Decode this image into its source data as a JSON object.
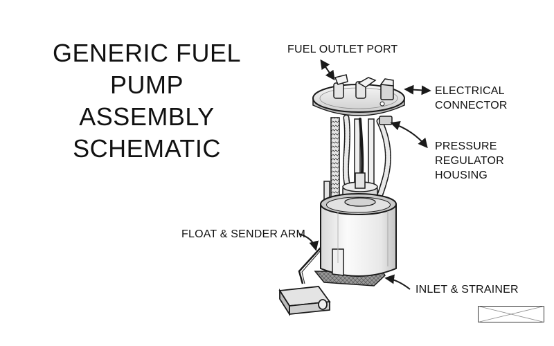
{
  "title": {
    "line1": "GENERIC FUEL PUMP",
    "line2": "ASSEMBLY SCHEMATIC"
  },
  "labels": {
    "fuel_outlet_port": "FUEL OUTLET PORT",
    "electrical_connector": [
      "ELECTRICAL",
      "CONNECTOR"
    ],
    "pressure_regulator_housing": [
      "PRESSURE",
      "REGULATOR",
      "HOUSING"
    ],
    "float_sender_arm": "FLOAT & SENDER ARM",
    "inlet_strainer": "INLET & STRAINER"
  },
  "colors": {
    "ink": "#1a1a1a",
    "shade": "#cfcfcf",
    "light": "#f2f2f2",
    "strainer": "#8a8a8a"
  }
}
